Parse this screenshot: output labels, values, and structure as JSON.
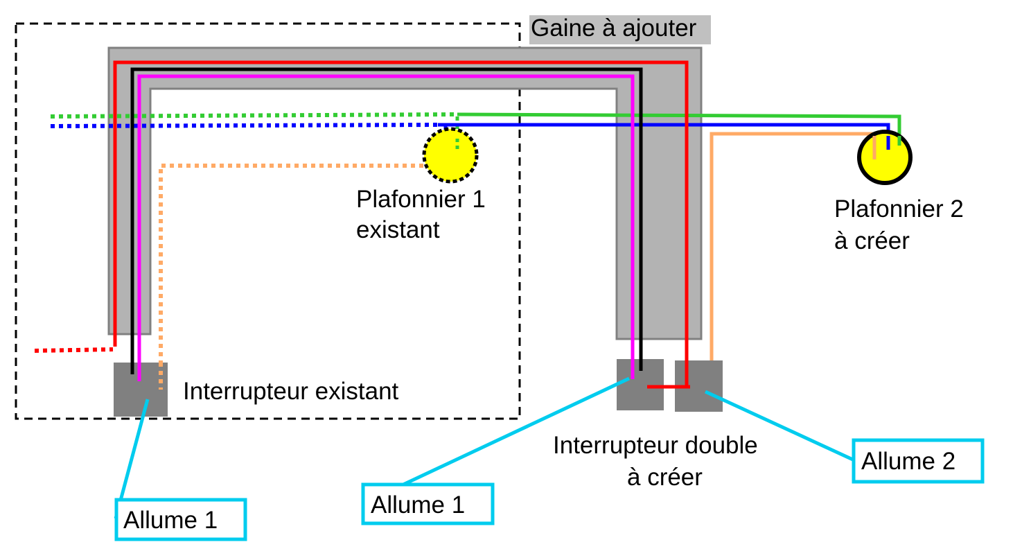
{
  "colors": {
    "conduit_fill": "#b3b3b3",
    "conduit_stroke": "#808080",
    "switch_fill": "#808080",
    "phase": "#ff0000",
    "neutral": "#0000ff",
    "earth": "#33cc33",
    "return_existing": "#000000",
    "return_1": "#ff00ff",
    "return_2": "#ffaa66",
    "lamp": "#ffff00",
    "callout": "#00ccee",
    "gaine_label_bg": "#c0c0c0"
  },
  "labels": {
    "gaine": "Gaine à ajouter",
    "plafonnier1_line1": "Plafonnier 1",
    "plafonnier1_line2": "existant",
    "plafonnier2_line1": "Plafonnier 2",
    "plafonnier2_line2": "à créer",
    "interrupteur_existant": "Interrupteur existant",
    "interrupteur_double_line1": "Interrupteur double",
    "interrupteur_double_line2": "à créer"
  },
  "callouts": {
    "allume1_existing": "Allume 1",
    "allume1_new": "Allume 1",
    "allume2_new": "Allume 2"
  },
  "icons": {
    "lamp_existing": "ceiling-light-icon",
    "lamp_new": "ceiling-light-icon",
    "switch_existing": "switch-icon",
    "switch_double": "double-switch-icon"
  }
}
